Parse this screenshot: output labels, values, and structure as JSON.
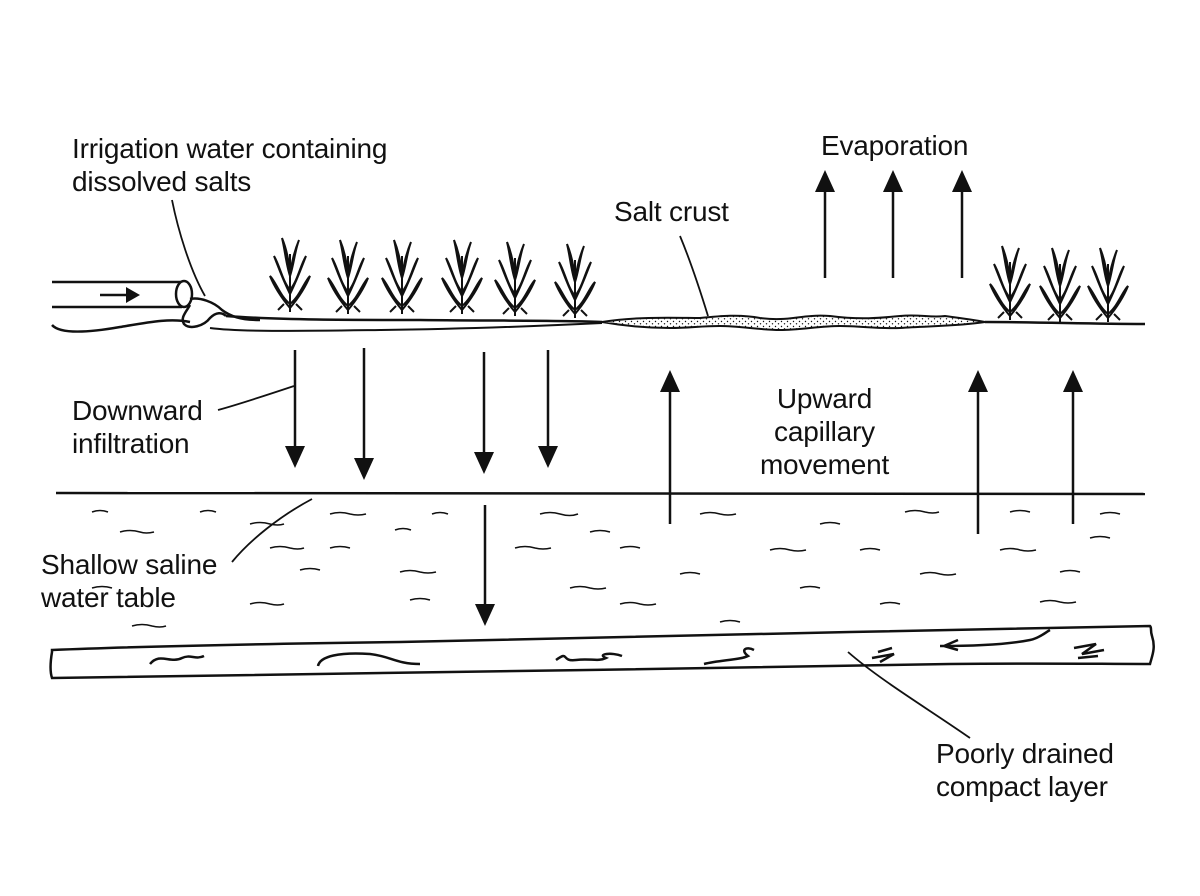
{
  "labels": {
    "irrigation": [
      "Irrigation water containing",
      "dissolved salts"
    ],
    "evaporation": "Evaporation",
    "salt_crust": "Salt crust",
    "downward": [
      "Downward",
      "infiltration"
    ],
    "upward": [
      "Upward",
      "capillary",
      "movement"
    ],
    "water_table": [
      "Shallow saline",
      "water table"
    ],
    "compact_layer": [
      "Poorly drained",
      "compact layer"
    ]
  },
  "colors": {
    "ink": "#111111",
    "background": "#ffffff"
  }
}
